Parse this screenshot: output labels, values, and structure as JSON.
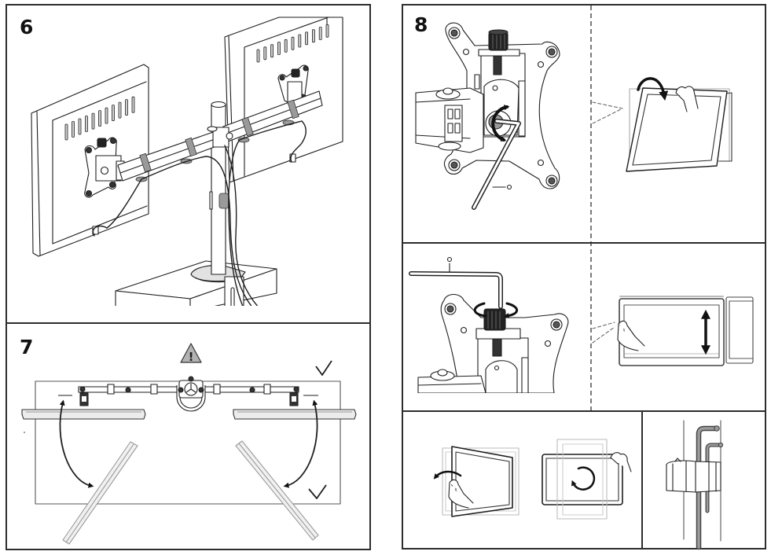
{
  "steps": [
    {
      "number": "6"
    },
    {
      "number": "7",
      "warning_glyph": "!"
    },
    {
      "number": "8"
    }
  ],
  "icons": {
    "warning": "warning-icon",
    "check": "checkmark-icon",
    "rotate": "rotate-icon",
    "vertical_adjust": "up-down-arrow-icon",
    "tilt": "tilt-arrow-icon",
    "swivel": "swivel-arrow-icon",
    "callout": "part-callout-marker"
  },
  "colors": {
    "line": "#1e1e1e",
    "frame": "#2d2d2d",
    "ghost": "#b5b5b5",
    "clip_gray": "#9a9a9a",
    "warning_fill": "#b3b3b3"
  }
}
